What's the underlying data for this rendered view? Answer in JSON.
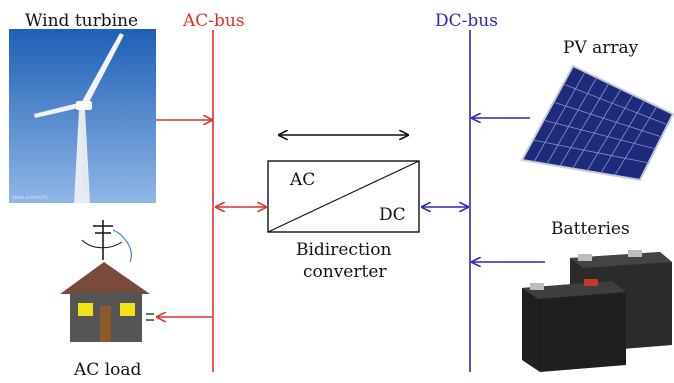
{
  "labels": {
    "wind_turbine": "Wind turbine",
    "ac_bus": "AC-bus",
    "dc_bus": "DC-bus",
    "pv_array": "PV array",
    "batteries": "Batteries",
    "converter_ac": "AC",
    "converter_dc": "DC",
    "converter_line1": "Bidirection",
    "converter_line2": "converter",
    "ac_load": "AC load",
    "photo_credit": "www.arcfeet%"
  },
  "colors": {
    "ac_bus": "#e0302c",
    "dc_bus": "#2a2ab8",
    "converter": "#111111",
    "sky": "#3f7ec9",
    "panel": "#1e2a7a",
    "battery": "#2b2b2b",
    "house_roof": "#7a4a3a",
    "house_wall": "#555555",
    "window": "#f2e21a"
  }
}
